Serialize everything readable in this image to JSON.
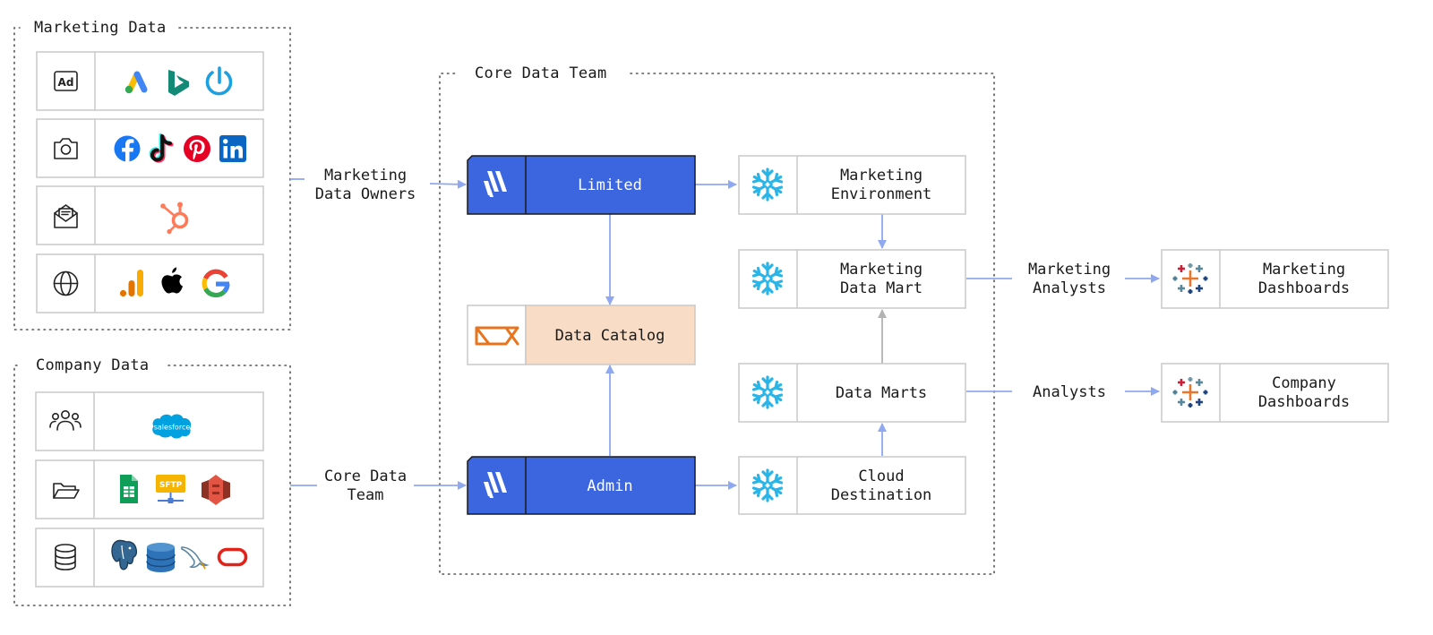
{
  "groups": {
    "marketing": {
      "title": "Marketing Data"
    },
    "company": {
      "title": "Company Data"
    },
    "core": {
      "title": "Core Data Team"
    }
  },
  "source_rows": {
    "marketing": [
      {
        "category_icon": "ad-icon",
        "logos": [
          "google-ads-logo",
          "bing-logo",
          "power-icon-logo"
        ]
      },
      {
        "category_icon": "camera-icon",
        "logos": [
          "facebook-logo",
          "tiktok-logo",
          "pinterest-logo",
          "linkedin-logo"
        ]
      },
      {
        "category_icon": "mail-icon",
        "logos": [
          "hubspot-logo"
        ]
      },
      {
        "category_icon": "globe-icon",
        "logos": [
          "google-analytics-logo",
          "apple-logo",
          "google-logo"
        ]
      }
    ],
    "company": [
      {
        "category_icon": "users-icon",
        "logos": [
          "salesforce-logo"
        ]
      },
      {
        "category_icon": "folder-icon",
        "logos": [
          "google-sheets-logo",
          "sftp-logo",
          "amazon-s3-logo"
        ]
      },
      {
        "category_icon": "database-icon",
        "logos": [
          "postgresql-logo",
          "dynamodb-logo",
          "mysql-logo",
          "oracle-logo"
        ]
      }
    ]
  },
  "salesforce_text": "salesforce",
  "sftp_text": "SFTP",
  "ad_text": "Ad",
  "edges": {
    "marketing_owners": [
      "Marketing",
      "Data Owners"
    ],
    "core_team": [
      "Core Data",
      "Team"
    ],
    "marketing_analysts": [
      "Marketing",
      "Analysts"
    ],
    "analysts": [
      "Analysts"
    ]
  },
  "nodes": {
    "limited": {
      "label": "Limited",
      "icon": "fivetran-icon"
    },
    "admin": {
      "label": "Admin",
      "icon": "fivetran-icon"
    },
    "catalog": {
      "label": "Data Catalog",
      "icon": "bowtie-icon"
    },
    "marketing_env": {
      "label": [
        "Marketing",
        "Environment"
      ],
      "icon": "snowflake-icon"
    },
    "marketing_mart": {
      "label": [
        "Marketing",
        "Data Mart"
      ],
      "icon": "snowflake-icon"
    },
    "data_marts": {
      "label": [
        "Data Marts"
      ],
      "icon": "snowflake-icon"
    },
    "cloud_dest": {
      "label": [
        "Cloud",
        "Destination"
      ],
      "icon": "snowflake-icon"
    },
    "marketing_dash": {
      "label": [
        "Marketing",
        "Dashboards"
      ],
      "icon": "tableau-icon"
    },
    "company_dash": {
      "label": [
        "Company",
        "Dashboards"
      ],
      "icon": "tableau-icon"
    }
  },
  "colors": {
    "fivetran_blue": "#3b66e0",
    "catalog_peach": "#f8dcc6",
    "arrow_blue": "#8fa8f0",
    "snowflake": "#29b5e8",
    "catalog_orange": "#e8741e"
  }
}
